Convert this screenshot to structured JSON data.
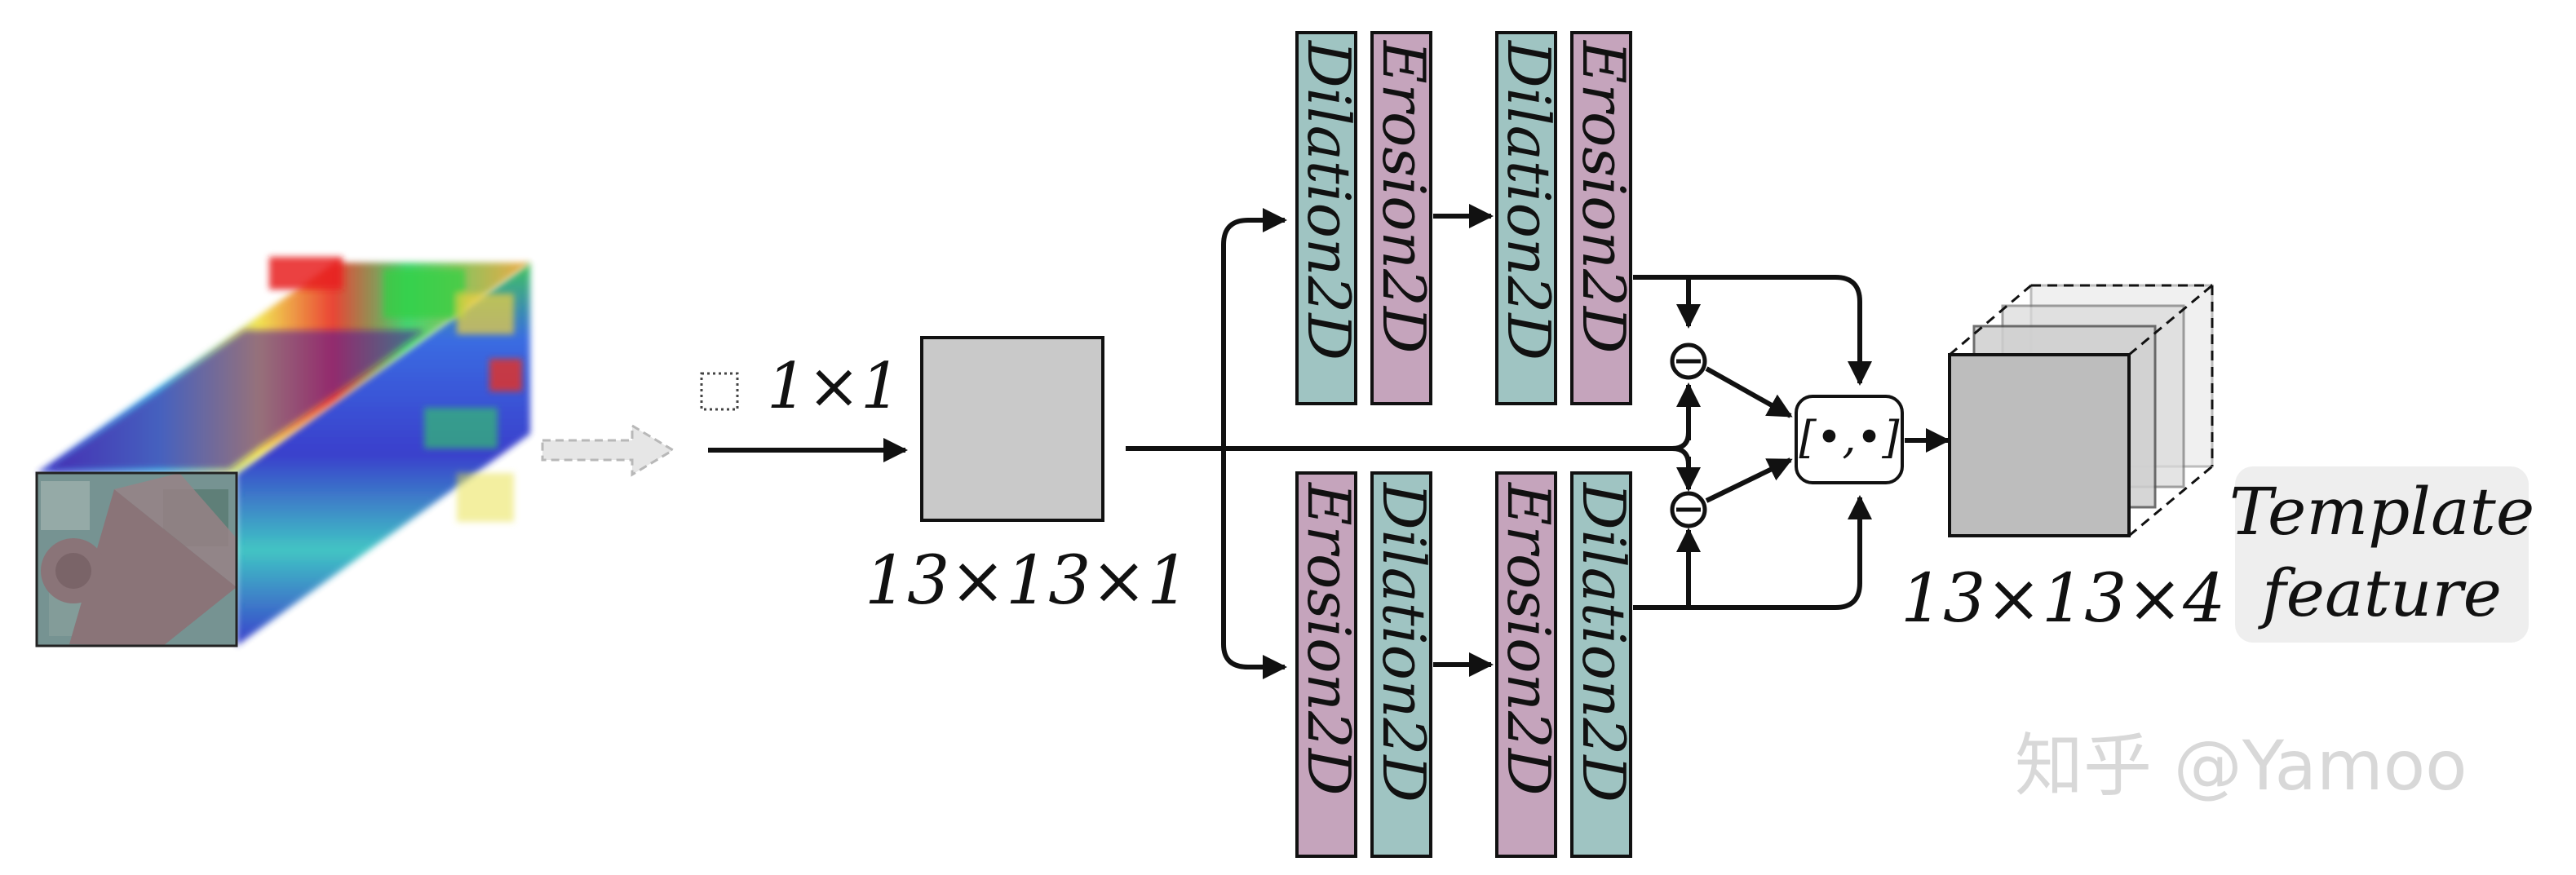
{
  "input_cube": {
    "icon": "hyperspectral-cube-image"
  },
  "conv": {
    "kernel_label": "1×1"
  },
  "feature_map": {
    "size_label": "13×13×1"
  },
  "upper_branch": {
    "blocks": [
      "Dilation2D",
      "Erosion2D",
      "Dilation2D",
      "Erosion2D"
    ],
    "colors": [
      "#9fc4c2",
      "#c5a4bc",
      "#9fc4c2",
      "#c5a4bc"
    ]
  },
  "lower_branch": {
    "blocks": [
      "Erosion2D",
      "Dilation2D",
      "Erosion2D",
      "Dilation2D"
    ],
    "colors": [
      "#c5a4bc",
      "#9fc4c2",
      "#c5a4bc",
      "#9fc4c2"
    ]
  },
  "concat": {
    "label": "[•,•]"
  },
  "subtract_symbol": "−",
  "output": {
    "size_label": "13×13×4"
  },
  "template": {
    "line1": "Template",
    "line2": "feature"
  },
  "watermark": "知乎 @Yamoo"
}
